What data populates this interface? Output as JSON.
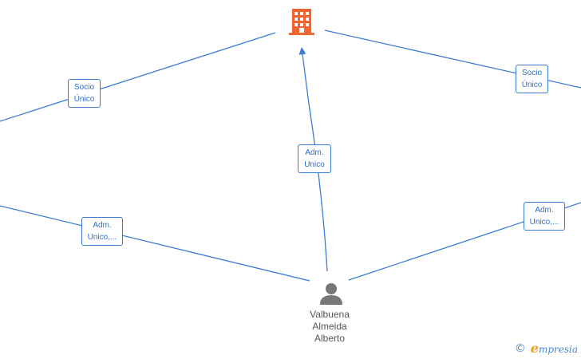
{
  "colors": {
    "edge": "#3a7bd5",
    "company_icon": "#f26430",
    "person_icon": "#777777",
    "brand_accent": "#f0a020"
  },
  "nodes": {
    "company": {
      "icon": "building-icon"
    },
    "person": {
      "icon": "person-icon",
      "name_lines": [
        "Valbuena",
        "Almeida",
        "Alberto"
      ]
    }
  },
  "edges": [
    {
      "label_lines": [
        "Socio",
        "Único"
      ]
    },
    {
      "label_lines": [
        "Socio",
        "Único"
      ]
    },
    {
      "label_lines": [
        "Adm.",
        "Unico"
      ]
    },
    {
      "label_lines": [
        "Adm.",
        "Unico,..."
      ]
    },
    {
      "label_lines": [
        "Adm.",
        "Unico,..."
      ]
    }
  ],
  "footer": {
    "copyright": "©",
    "brand_initial": "e",
    "brand_rest": "mpresia"
  }
}
